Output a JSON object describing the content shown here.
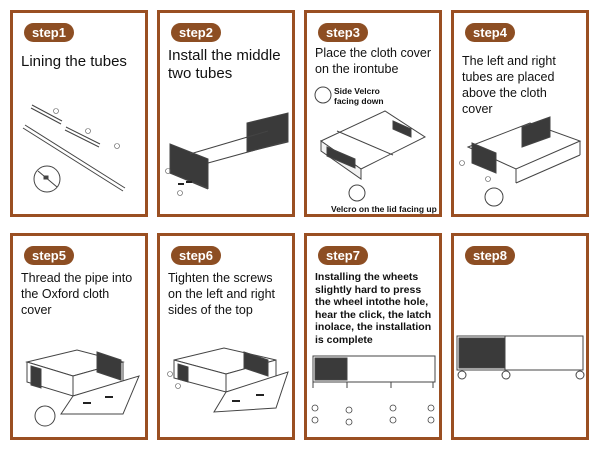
{
  "steps": [
    {
      "badge": "step1",
      "text": "Lining the tubes"
    },
    {
      "badge": "step2",
      "text": "Install the middle two tubes"
    },
    {
      "badge": "step3",
      "text": "Place the cloth cover on the irontube",
      "note1": "Side Velcro facing down",
      "note2": "Velcro on the lid facing up"
    },
    {
      "badge": "step4",
      "text": "The left and right tubes are placed above the cloth cover"
    },
    {
      "badge": "step5",
      "text": "Thread the pipe into the Oxford cloth cover"
    },
    {
      "badge": "step6",
      "text": "Tighten the screws on the left and right sides of the top"
    },
    {
      "badge": "step7",
      "text": "Installing the wheets slightly hard to press the wheel intothe hole, hear the click, the latch inolace, the installation is complete"
    },
    {
      "badge": "step8",
      "text": ""
    }
  ],
  "colors": {
    "frame": "#9a4f22",
    "badge": "#8d4e23",
    "panel": "#3a3a3a"
  }
}
